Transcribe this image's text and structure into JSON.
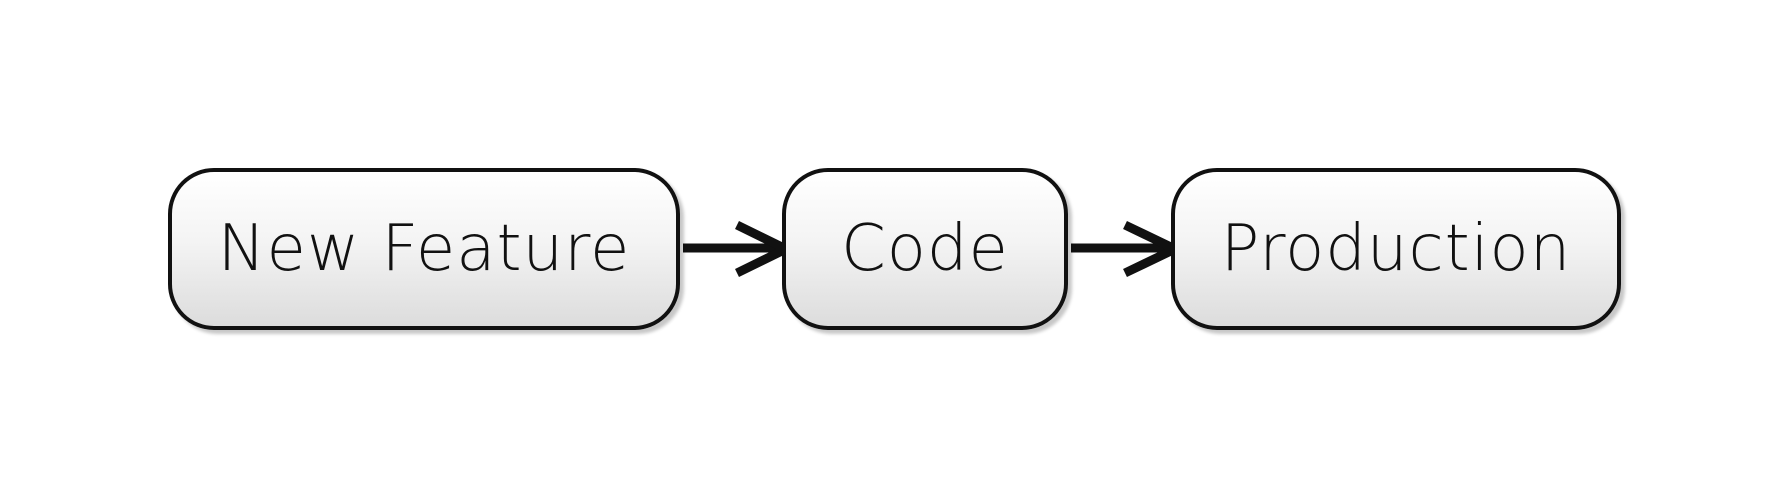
{
  "diagram": {
    "nodes": [
      {
        "id": "new-feature",
        "label": "New Feature"
      },
      {
        "id": "code",
        "label": "Code"
      },
      {
        "id": "production",
        "label": "Production"
      }
    ],
    "edges": [
      {
        "from": "new-feature",
        "to": "code"
      },
      {
        "from": "code",
        "to": "production"
      }
    ]
  },
  "colors": {
    "stroke": "#111111",
    "fill_top": "#ffffff",
    "fill_bottom": "#dcdcdc",
    "background": "#ffffff"
  }
}
